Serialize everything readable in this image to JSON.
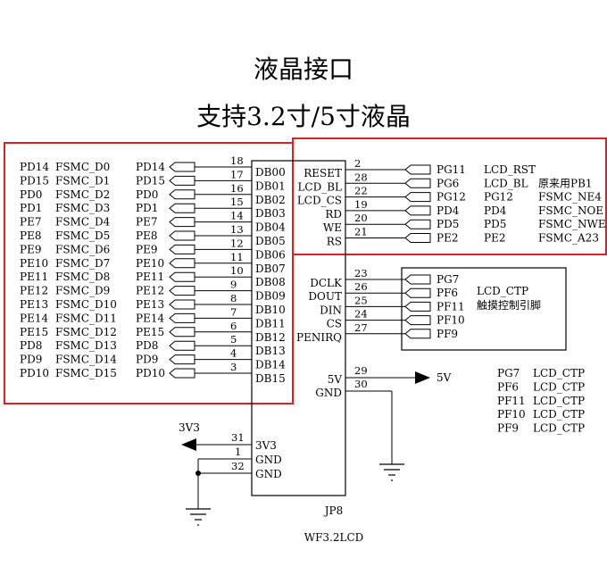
{
  "title": "液晶接口",
  "subtitle": "支持3.2寸/5寸液晶",
  "colors": {
    "highlight_box": "#e02020",
    "wire": "#000000"
  },
  "left_bus": [
    {
      "port": "PD14",
      "fsmc": "FSMC_D0",
      "net": "PD14",
      "pin": "18",
      "db": "DB00"
    },
    {
      "port": "PD15",
      "fsmc": "FSMC_D1",
      "net": "PD15",
      "pin": "17",
      "db": "DB01"
    },
    {
      "port": "PD0",
      "fsmc": "FSMC_D2",
      "net": "PD0",
      "pin": "16",
      "db": "DB02"
    },
    {
      "port": "PD1",
      "fsmc": "FSMC_D3",
      "net": "PD1",
      "pin": "15",
      "db": "DB03"
    },
    {
      "port": "PE7",
      "fsmc": "FSMC_D4",
      "net": "PE7",
      "pin": "14",
      "db": "DB04"
    },
    {
      "port": "PE8",
      "fsmc": "FSMC_D5",
      "net": "PE8",
      "pin": "13",
      "db": "DB05"
    },
    {
      "port": "PE9",
      "fsmc": "FSMC_D6",
      "net": "PE9",
      "pin": "12",
      "db": "DB06"
    },
    {
      "port": "PE10",
      "fsmc": "FSMC_D7",
      "net": "PE10",
      "pin": "11",
      "db": "DB07"
    },
    {
      "port": "PE11",
      "fsmc": "FSMC_D8",
      "net": "PE11",
      "pin": "10",
      "db": "DB08"
    },
    {
      "port": "PE12",
      "fsmc": "FSMC_D9",
      "net": "PE12",
      "pin": "9",
      "db": "DB09"
    },
    {
      "port": "PE13",
      "fsmc": "FSMC_D10",
      "net": "PE13",
      "pin": "8",
      "db": "DB10"
    },
    {
      "port": "PE14",
      "fsmc": "FSMC_D11",
      "net": "PE14",
      "pin": "7",
      "db": "DB11"
    },
    {
      "port": "PE15",
      "fsmc": "FSMC_D12",
      "net": "PE15",
      "pin": "6",
      "db": "DB12"
    },
    {
      "port": "PD8",
      "fsmc": "FSMC_D13",
      "net": "PD8",
      "pin": "5",
      "db": "DB13"
    },
    {
      "port": "PD9",
      "fsmc": "FSMC_D14",
      "net": "PD9",
      "pin": "4",
      "db": "DB14"
    },
    {
      "port": "PD10",
      "fsmc": "FSMC_D15",
      "net": "PD10",
      "pin": "3",
      "db": "DB15"
    }
  ],
  "control": [
    {
      "label": "RESET",
      "pin": "2",
      "net": "PG11",
      "desc": "LCD_RST",
      "extra": ""
    },
    {
      "label": "LCD_BL",
      "pin": "28",
      "net": "PG6",
      "desc": "LCD_BL",
      "extra": "原来用PB1"
    },
    {
      "label": "LCD_CS",
      "pin": "22",
      "net": "PG12",
      "desc": "PG12",
      "extra": "FSMC_NE4"
    },
    {
      "label": "RD",
      "pin": "19",
      "net": "PD4",
      "desc": "PD4",
      "extra": "FSMC_NOE"
    },
    {
      "label": "WE",
      "pin": "20",
      "net": "PD5",
      "desc": "PD5",
      "extra": "FSMC_NWE"
    },
    {
      "label": "RS",
      "pin": "21",
      "net": "PE2",
      "desc": "PE2",
      "extra": "FSMC_A23"
    }
  ],
  "touch": [
    {
      "label": "DCLK",
      "pin": "23",
      "net": "PG7"
    },
    {
      "label": "DOUT",
      "pin": "26",
      "net": "PF6"
    },
    {
      "label": "DIN",
      "pin": "25",
      "net": "PF11"
    },
    {
      "label": "CS",
      "pin": "24",
      "net": "PF10"
    },
    {
      "label": "PENIRQ",
      "pin": "27",
      "net": "PF9"
    }
  ],
  "touch_note": {
    "line1": "LCD_CTP",
    "line2": "触摸控制引脚"
  },
  "power": {
    "five_v_label": "5V",
    "five_v_pin": "29",
    "five_v_net": "5V",
    "gnd_label": "GND",
    "gnd_pin": "30"
  },
  "bottom_pins": [
    {
      "label": "3V3",
      "pin": "31"
    },
    {
      "label": "GND",
      "pin": "1"
    },
    {
      "label": "GND",
      "pin": "32"
    }
  ],
  "net_3v3": "3V3",
  "ctp_legend": [
    {
      "port": "PG7",
      "name": "LCD_CTP"
    },
    {
      "port": "PF6",
      "name": "LCD_CTP"
    },
    {
      "port": "PF11",
      "name": "LCD_CTP"
    },
    {
      "port": "PF10",
      "name": "LCD_CTP"
    },
    {
      "port": "PF9",
      "name": "LCD_CTP"
    }
  ],
  "connector_ref": "JP8",
  "connector_value": "WF3.2LCD"
}
